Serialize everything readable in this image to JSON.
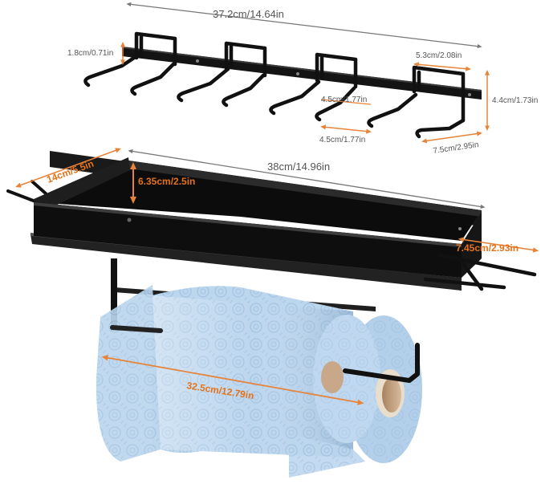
{
  "image": {
    "subject": "Wall-mounted black metal rack with hooks, shelf with towel bars, and paper towel holder",
    "colors": {
      "metal": "#111111",
      "metal_highlight": "#3a3a3a",
      "towel_blue": "#b9d4ec",
      "towel_shadow": "#8fb4d6",
      "core": "#c9a88a",
      "dimension_grey": "#555555",
      "dimension_orange": "#e8833a"
    }
  },
  "dimensions": {
    "rack_length": "37.2cm/14.64in",
    "rack_height_small": "1.8cm/0.71in",
    "hook_width": "5.3cm/2.08in",
    "rack_height": "4.4cm/1.73in",
    "hook_inner_1": "4.5cm/1.77in",
    "hook_inner_2": "4.5cm/1.77in",
    "hook_depth": "7.5cm/2.95in",
    "shelf_depth": "14cm/5.5in",
    "shelf_height": "6.35cm/2.5in",
    "shelf_length": "38cm/14.96in",
    "bar_length": "7.45cm/2.93in",
    "roll_length": "32.5cm/12.79in"
  }
}
